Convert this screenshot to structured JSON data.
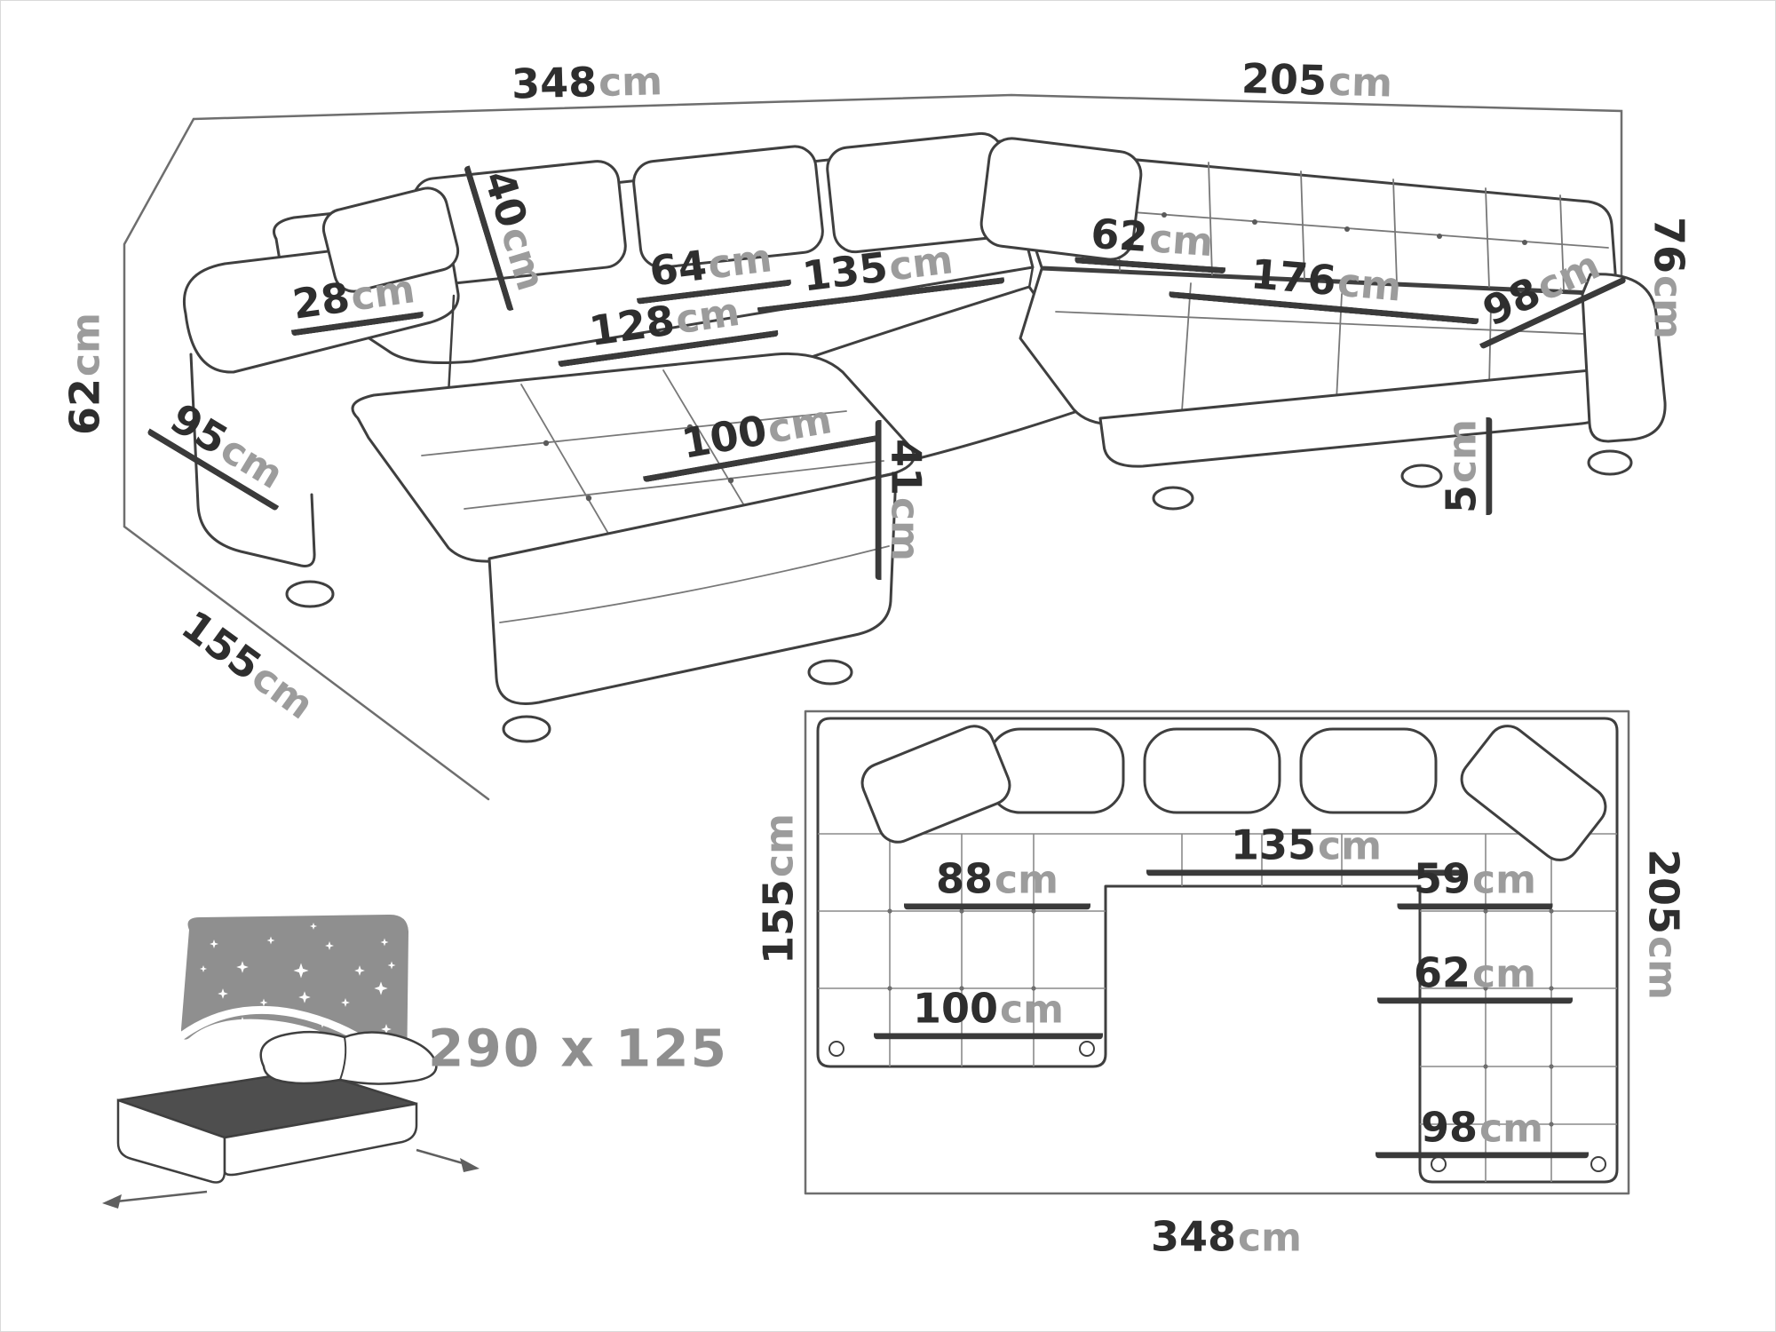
{
  "colors": {
    "line": "#3f3f3f",
    "frame_line": "#6e6e6e",
    "value_text": "#2e2e2e",
    "unit_text": "#9c9c9c",
    "sleep_text": "#8f8f8f",
    "star_panel": "#8f8f8f",
    "mattress_top": "#4e4e4e"
  },
  "perspective": {
    "back_width_left": {
      "v": "348",
      "u": "cm"
    },
    "back_width_right": {
      "v": "205",
      "u": "cm"
    },
    "back_cushion_height": {
      "v": "40",
      "u": "cm"
    },
    "armrest_width": {
      "v": "28",
      "u": "cm"
    },
    "side_height": {
      "v": "62",
      "u": "cm"
    },
    "seat_depth_left": {
      "v": "64",
      "u": "cm"
    },
    "middle_seat_width": {
      "v": "135",
      "u": "cm"
    },
    "corner_seat_width": {
      "v": "62",
      "u": "cm"
    },
    "chaise_seat_length": {
      "v": "128",
      "u": "cm"
    },
    "right_seat_width": {
      "v": "176",
      "u": "cm"
    },
    "right_seat_depth": {
      "v": "98",
      "u": "cm"
    },
    "back_height": {
      "v": "76",
      "u": "cm"
    },
    "armrest_length": {
      "v": "95",
      "u": "cm"
    },
    "chaise_width": {
      "v": "100",
      "u": "cm"
    },
    "seat_height": {
      "v": "41",
      "u": "cm"
    },
    "leg_height": {
      "v": "5",
      "u": "cm"
    },
    "chaise_depth": {
      "v": "155",
      "u": "cm"
    }
  },
  "plan": {
    "left_depth": {
      "v": "155",
      "u": "cm"
    },
    "middle_width": {
      "v": "135",
      "u": "cm"
    },
    "left_seat_width": {
      "v": "88",
      "u": "cm"
    },
    "right_seat_width": {
      "v": "59",
      "u": "cm"
    },
    "right_seat_depth": {
      "v": "62",
      "u": "cm"
    },
    "chaise_width": {
      "v": "100",
      "u": "cm"
    },
    "right_wing_width": {
      "v": "98",
      "u": "cm"
    },
    "right_side_depth": {
      "v": "205",
      "u": "cm"
    },
    "total_width": {
      "v": "348",
      "u": "cm"
    }
  },
  "sleeping": {
    "dimensions": "290 x 125"
  }
}
